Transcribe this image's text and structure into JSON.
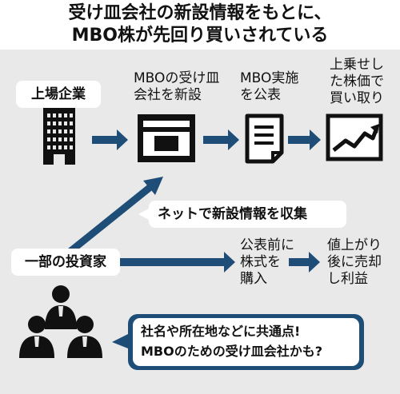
{
  "title": {
    "line1": "受け皿会社の新設情報をもとに、",
    "line2": "MBO株が先回り買いされている"
  },
  "flow": {
    "listed_company": "上場企業",
    "step1": [
      "MBOの受け皿",
      "会社を新設"
    ],
    "step2": [
      "MBO実施",
      "を公表"
    ],
    "step3": [
      "上乗せし",
      "た株価で",
      "買い取り"
    ]
  },
  "collect_label": "ネットで新設情報を収集",
  "investor": {
    "label": "一部の投資家",
    "step1": [
      "公表前に",
      "株式を",
      "購入"
    ],
    "step2": [
      "値上がり",
      "後に売却",
      "し利益"
    ]
  },
  "speech": {
    "line1": "社名や所在地などに共通点!",
    "line2": "MBOのための受け皿会社かも?"
  },
  "colors": {
    "accent": "#1e4d78",
    "panel": "#e9e9e9",
    "icon": "#111111"
  },
  "icons": [
    "building-icon",
    "company-icon",
    "document-icon",
    "chart-icon",
    "people-icon"
  ]
}
